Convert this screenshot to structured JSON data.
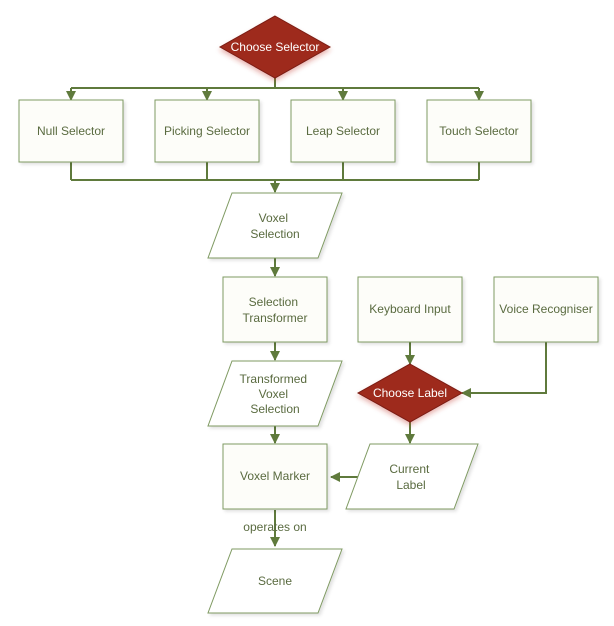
{
  "decisions": {
    "choose_selector": "Choose Selector",
    "choose_label": "Choose Label"
  },
  "selectors": {
    "null": "Null Selector",
    "picking": "Picking Selector",
    "leap": "Leap Selector",
    "touch": "Touch Selector"
  },
  "voxel_selection": [
    "Voxel",
    "Selection"
  ],
  "selection_transformer": [
    "Selection",
    "Transformer"
  ],
  "transformed_selection": [
    "Transformed",
    "Voxel",
    "Selection"
  ],
  "keyboard_input": "Keyboard Input",
  "voice_recogniser": "Voice Recogniser",
  "current_label": [
    "Current",
    "Label"
  ],
  "voxel_marker": "Voxel Marker",
  "edge_label_operates_on": "operates on",
  "scene": "Scene",
  "colors": {
    "process_border": "#7f9a62",
    "decision_fill": "#9e2a1c",
    "connector": "#5f7a3c",
    "text": "#5a6b40"
  }
}
